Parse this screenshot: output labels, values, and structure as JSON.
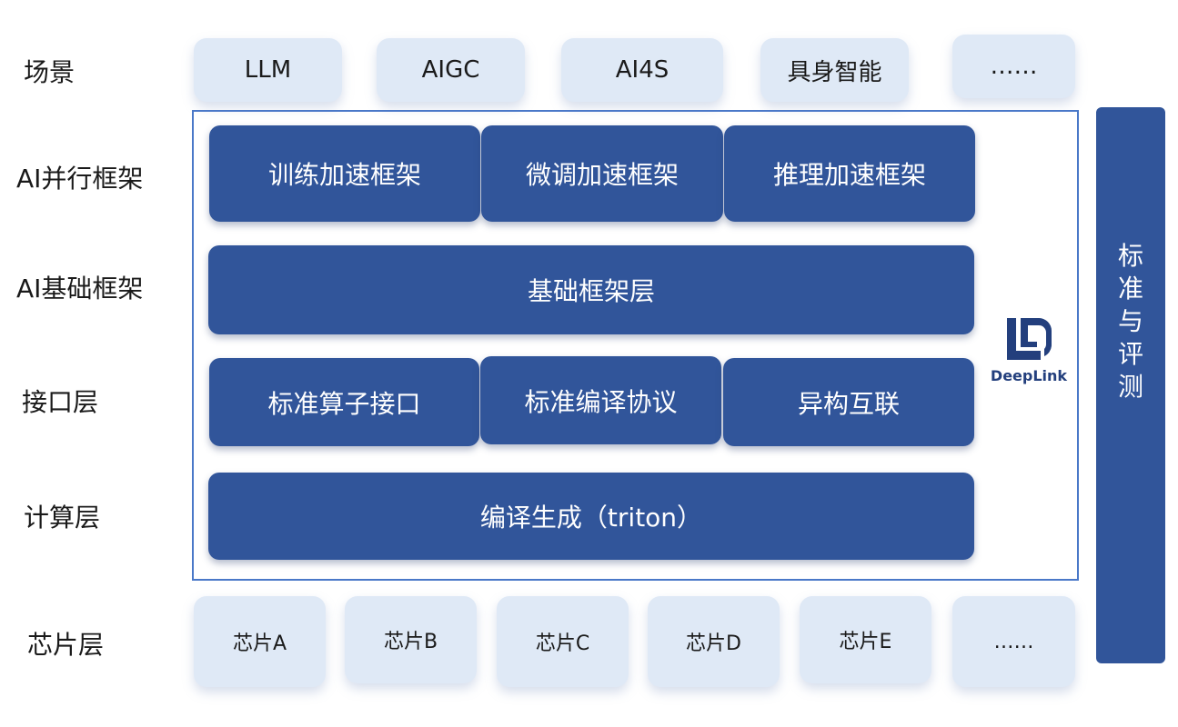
{
  "row_labels": {
    "scene": "场景",
    "ai_parallel": "AI并行框架",
    "ai_base": "AI基础框架",
    "interface": "接口层",
    "compute": "计算层",
    "chip": "芯片层"
  },
  "scenes": [
    "LLM",
    "AIGC",
    "AI4S",
    "具身智能",
    "……"
  ],
  "parallel_frameworks": [
    "训练加速框架",
    "微调加速框架",
    "推理加速框架"
  ],
  "base_layer": "基础框架层",
  "interface_items": [
    "标准算子接口",
    "标准编译协议",
    "异构互联"
  ],
  "compute_layer": "编译生成（triton）",
  "chips": [
    "芯片A",
    "芯片B",
    "芯片C",
    "芯片D",
    "芯片E",
    "……"
  ],
  "side_bar": "标准与评测",
  "logo": {
    "name": "DeepLink",
    "icon": "deeplink-logo-icon"
  },
  "colors": {
    "dark_blue": "#31559a",
    "light_blue": "#dfe9f6",
    "frame_blue": "#4a78c8"
  }
}
